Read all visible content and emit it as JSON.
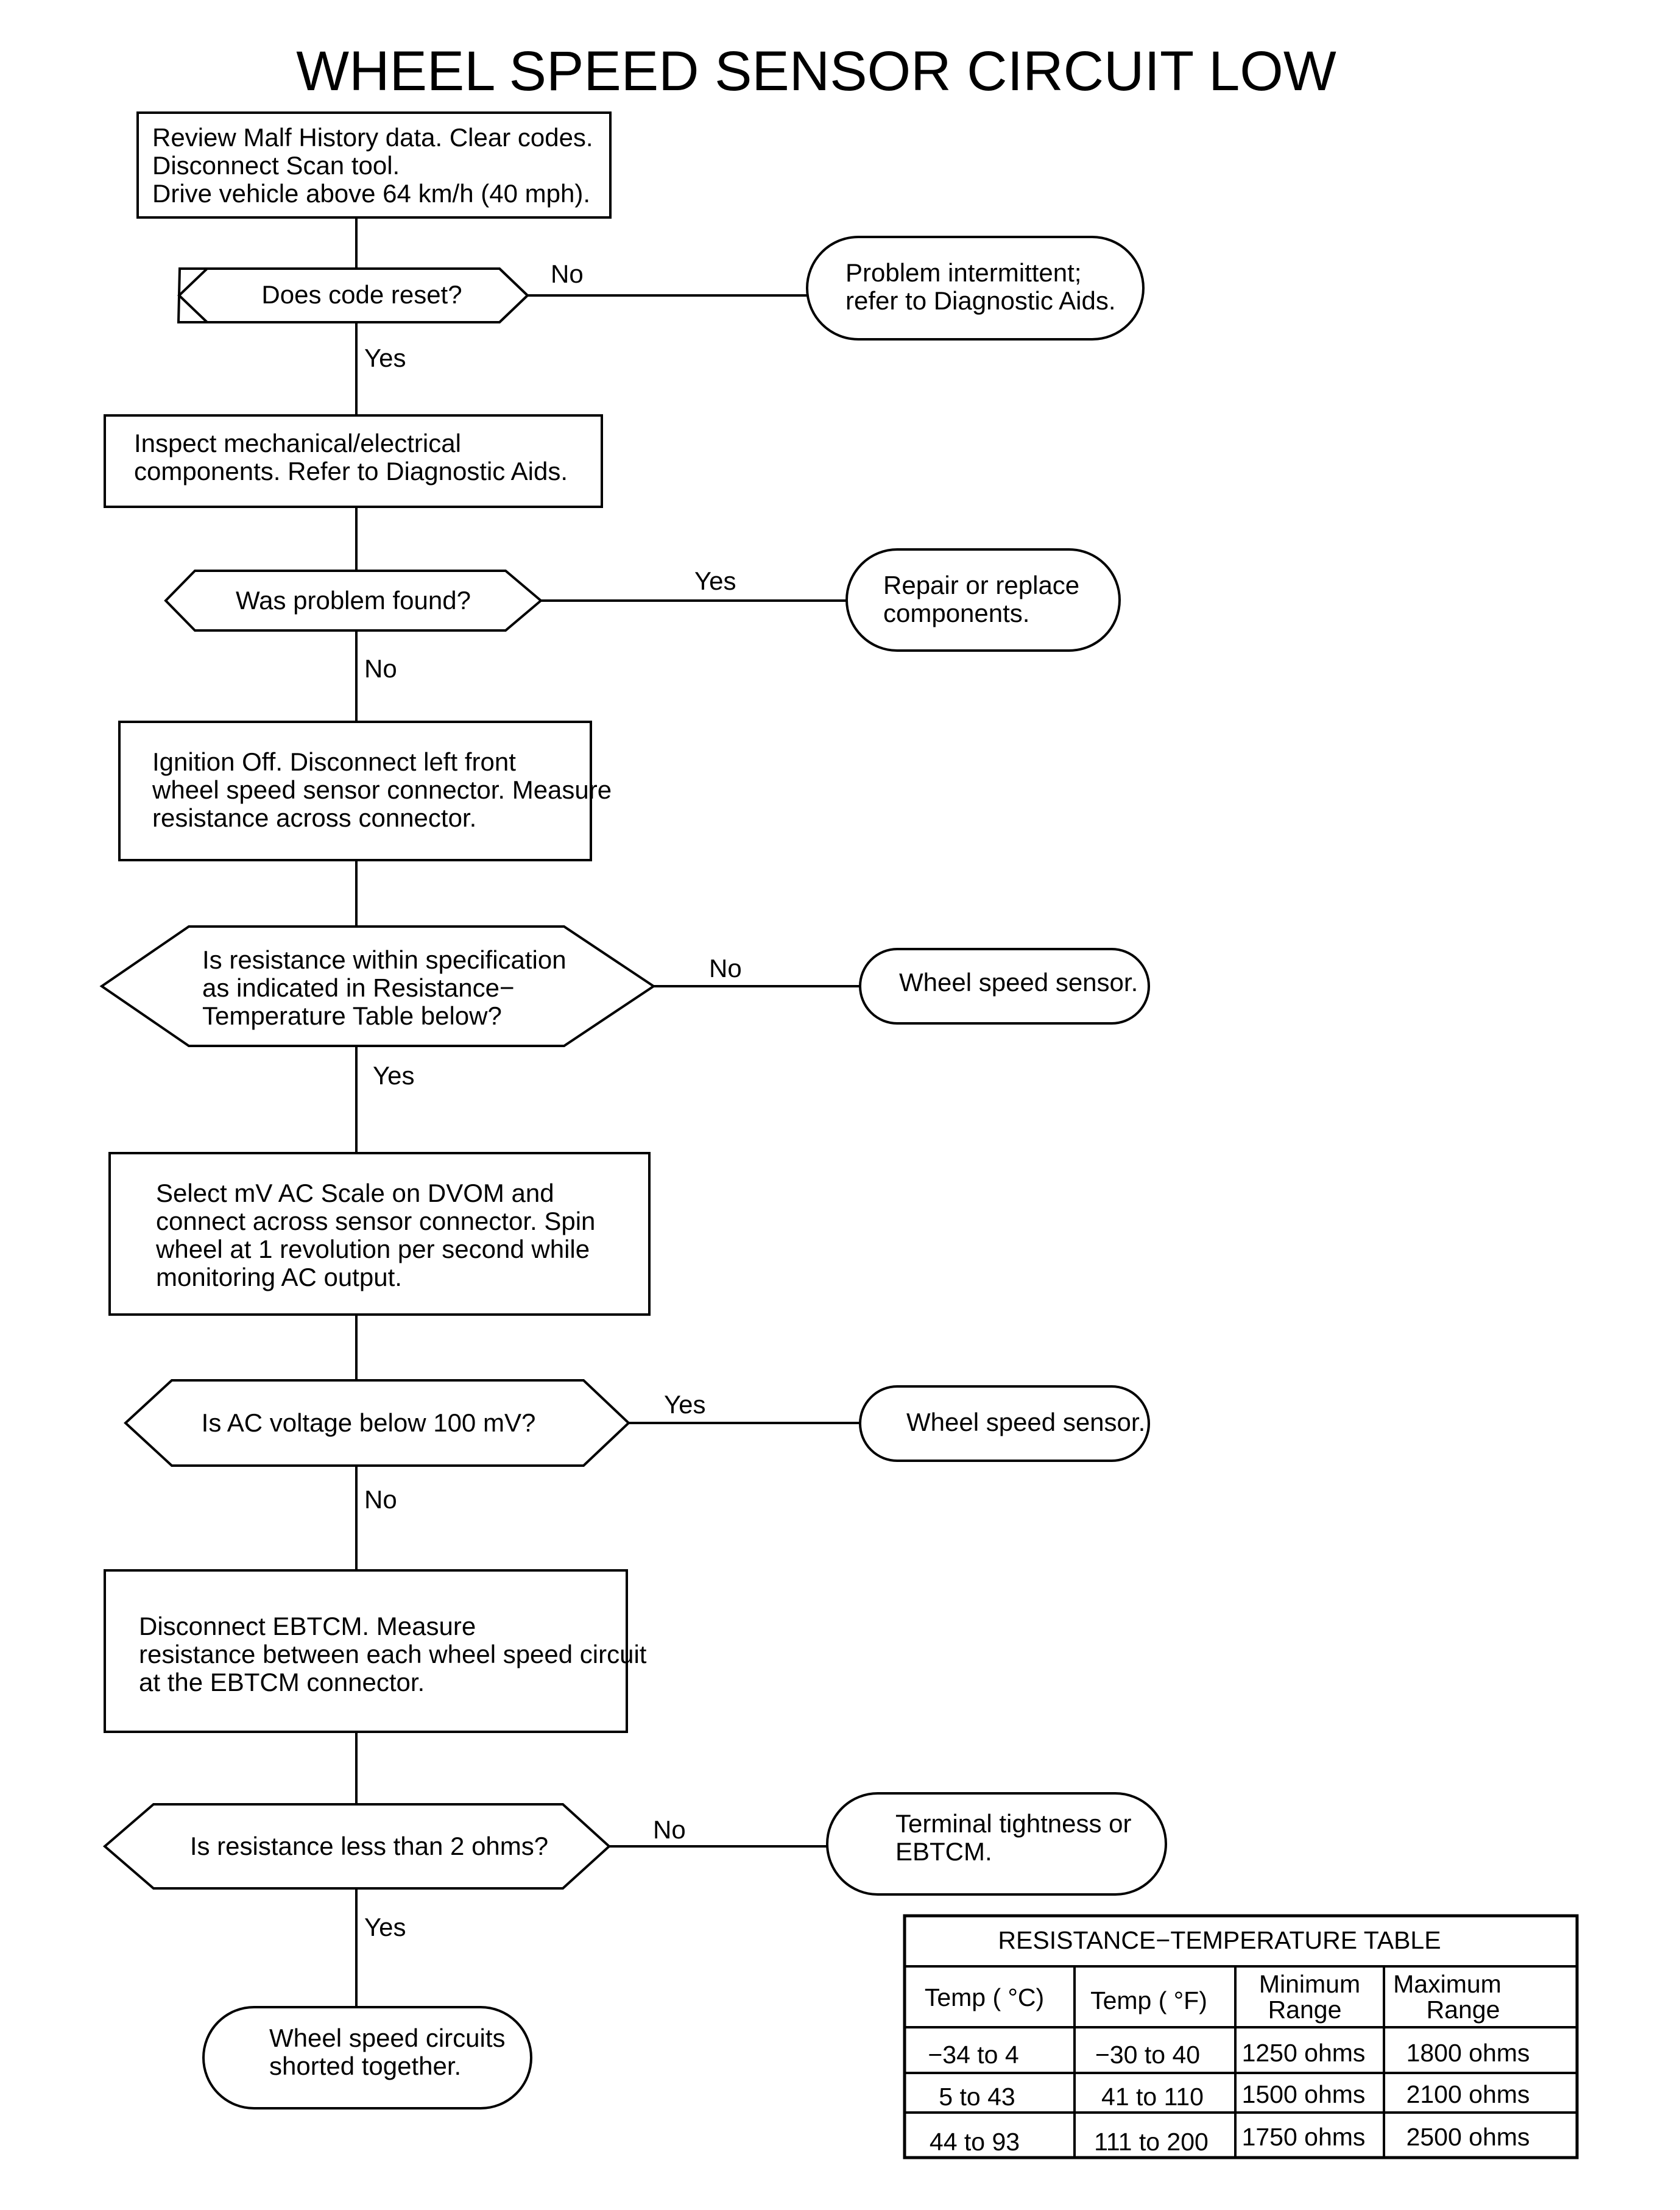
{
  "title": "WHEEL SPEED SENSOR CIRCUIT LOW",
  "steps": {
    "step1": [
      "Review Malf History data.  Clear codes.",
      "Disconnect Scan tool.",
      "Drive vehicle above 64 km/h (40 mph)."
    ],
    "step2": [
      "Inspect mechanical/electrical",
      "components. Refer to Diagnostic Aids."
    ],
    "step3": [
      "Ignition Off. Disconnect left front",
      "wheel speed sensor connector.  Measure",
      "resistance across connector."
    ],
    "step4": [
      "Select mV AC Scale on DVOM and",
      "connect across sensor connector. Spin",
      "wheel at 1 revolution per second while",
      "monitoring AC output."
    ],
    "step5": [
      "Disconnect EBTCM. Measure",
      "resistance between each wheel speed circuit",
      "at the EBTCM connector."
    ]
  },
  "decisions": {
    "d1": [
      "Does code reset?"
    ],
    "d2": [
      "Was problem found?"
    ],
    "d3": [
      "Is resistance within specification",
      "as indicated in Resistance−",
      "Temperature Table below?"
    ],
    "d4": [
      "Is AC voltage below 100 mV?"
    ],
    "d5": [
      "Is resistance less than 2 ohms?"
    ]
  },
  "outcomes": {
    "o1": [
      "Problem intermittent;",
      "refer to Diagnostic Aids."
    ],
    "o2": [
      "Repair or replace",
      "components."
    ],
    "o3": [
      "Wheel speed sensor."
    ],
    "o4": [
      "Wheel speed sensor."
    ],
    "o5": [
      "Terminal tightness or",
      "EBTCM."
    ],
    "o6": [
      "Wheel speed circuits",
      "shorted together."
    ]
  },
  "labels": {
    "d1_side": "No",
    "d1_down": "Yes",
    "d2_side": "Yes",
    "d2_down": "No",
    "d3_side": "No",
    "d3_down": "Yes",
    "d4_side": "Yes",
    "d4_down": "No",
    "d5_side": "No",
    "d5_down": "Yes"
  },
  "table": {
    "title": "RESISTANCE−TEMPERATURE TABLE",
    "headers": [
      [
        "Temp ( °C)"
      ],
      [
        "Temp ( °F)"
      ],
      [
        "Minimum",
        "Range"
      ],
      [
        "Maximum",
        "Range"
      ]
    ],
    "rows": [
      [
        "−34 to 4",
        "−30 to 40",
        "1250 ohms",
        "1800 ohms"
      ],
      [
        "5 to 43",
        "41 to 110",
        "1500 ohms",
        "2100 ohms"
      ],
      [
        "44 to 93",
        "111 to 200",
        "1750 ohms",
        "2500 ohms"
      ]
    ]
  }
}
